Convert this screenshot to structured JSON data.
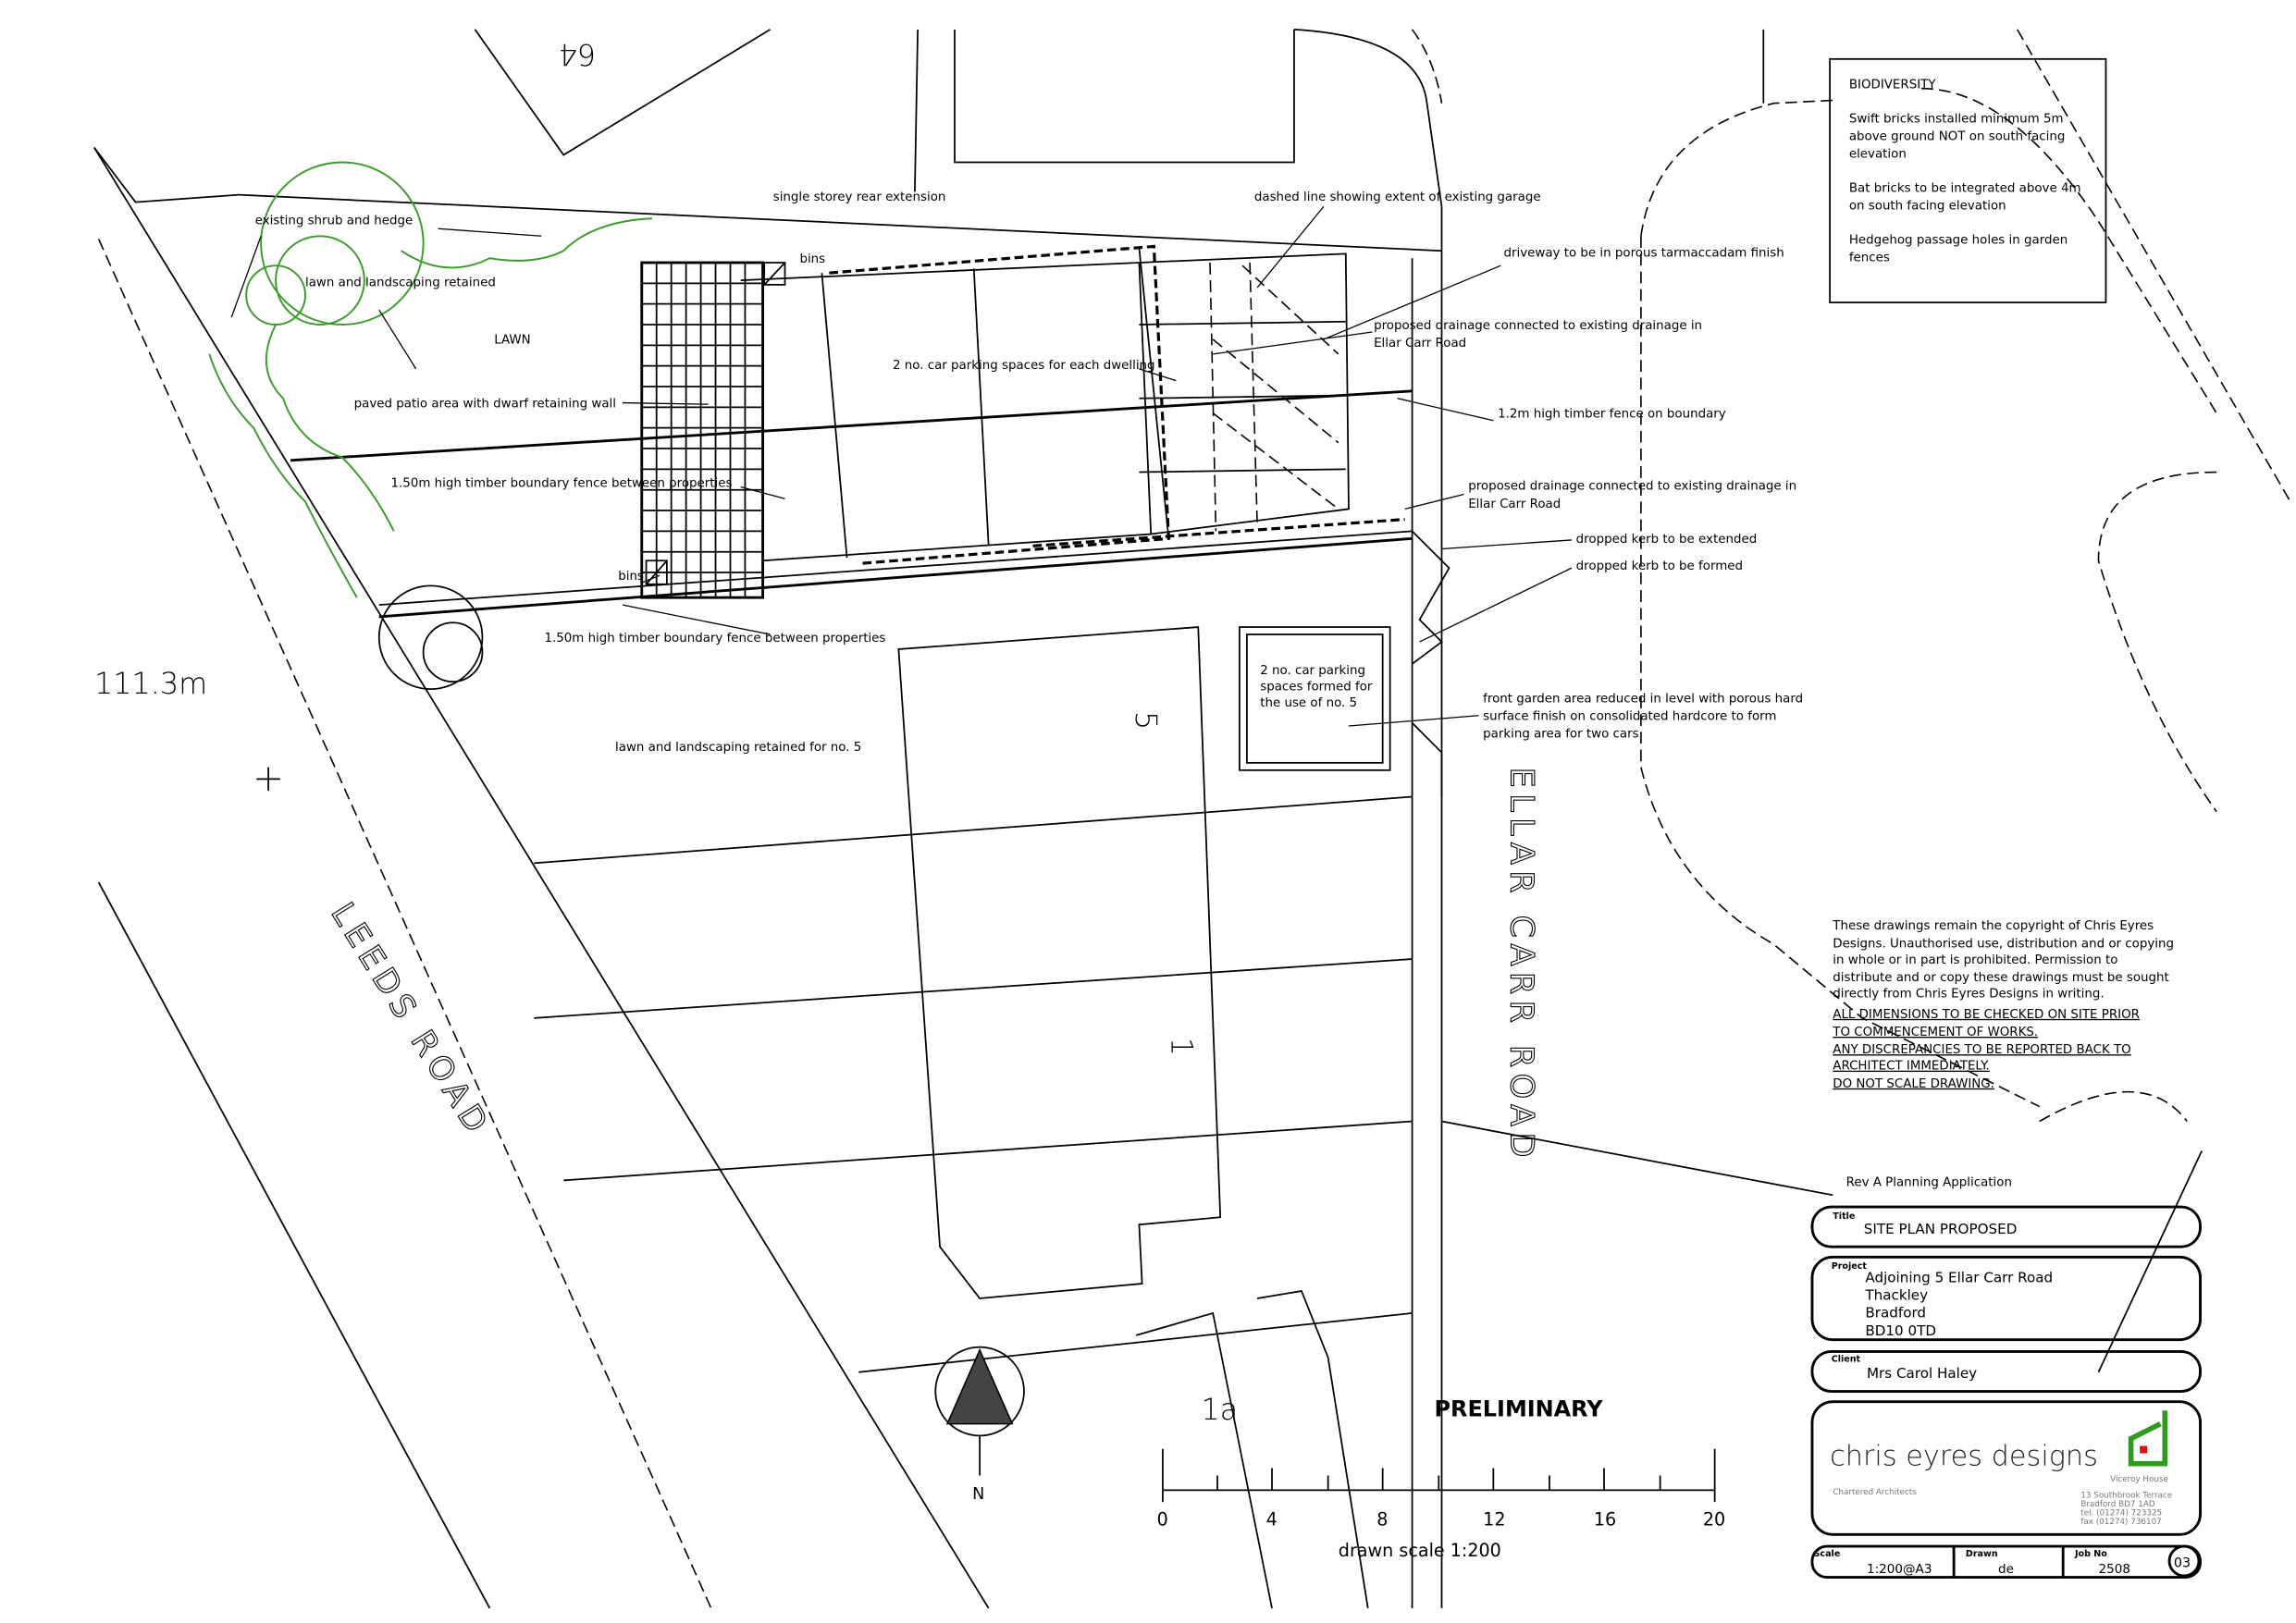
{
  "drawing": {
    "labels": {
      "rear_extension": "single storey rear extension",
      "shrub_hedge": "existing shrub and hedge",
      "lawn_retained": "lawn and landscaping retained",
      "lawn": "LAWN",
      "patio": "paved patio area with dwarf retaining wall",
      "fence_150_a": "1.50m high timber boundary fence between properties",
      "fence_150_b": "1.50m high timber boundary fence between properties",
      "bins_a": "bins",
      "bins_b": "bins",
      "garage_extent": "dashed line showing extent of existing garage",
      "driveway": "driveway to be in porous tarmaccadam finish",
      "drainage_a": [
        "proposed drainage connected to existing drainage in",
        "Ellar Carr Road"
      ],
      "drainage_b": [
        "proposed drainage connected to existing drainage in",
        "Ellar Carr Road"
      ],
      "parking_each": "2 no. car parking spaces for each dwelling",
      "fence_12": "1.2m high timber fence on boundary",
      "kerb_extended": "dropped kerb to be extended",
      "kerb_formed": "dropped kerb to be formed",
      "parking_no5": [
        "2 no. car parking",
        "spaces formed for",
        "the use of no. 5"
      ],
      "front_garden": [
        "front garden area reduced in level with porous hard",
        "surface finish on consolidated hardcore to form",
        "parking area for two cars"
      ],
      "lawn_no5": "lawn and landscaping retained for no. 5",
      "level": "111.3m",
      "leeds_road": "LEEDS ROAD",
      "ellar_carr_road": "ELLAR CARR ROAD",
      "house_64": "64",
      "house_5": "5",
      "house_1": "1",
      "house_1a": "1a",
      "preliminary": "PRELIMINARY",
      "north": "N"
    },
    "scale_bar": {
      "ticks": [
        "0",
        "4",
        "8",
        "12",
        "16",
        "20"
      ],
      "caption": "drawn scale 1:200"
    }
  },
  "biodiversity": {
    "heading": "BIODIVERSITY",
    "items": [
      [
        "Swift bricks installed minimum 5m",
        "above ground NOT on south facing",
        "elevation"
      ],
      [
        "Bat bricks to be integrated above 4m",
        "on south facing elevation"
      ],
      [
        "Hedgehog passage holes in garden",
        "fences"
      ]
    ]
  },
  "notes": {
    "copyright": [
      "These drawings remain the copyright of Chris Eyres",
      "Designs. Unauthorised use, distribution and or copying",
      "in whole or in part is prohibited. Permission to",
      "distribute and or copy these drawings must be sought",
      "directly from Chris Eyres Designs in writing."
    ],
    "warnings": [
      "ALL DIMENSIONS TO BE CHECKED ON SITE PRIOR",
      "TO COMMENCEMENT OF WORKS.",
      "ANY DISCREPANCIES TO BE REPORTED BACK TO",
      "ARCHITECT IMMEDIATELY.",
      "DO NOT SCALE DRAWING."
    ]
  },
  "title_block": {
    "revision": "Rev A Planning Application",
    "title_label": "Title",
    "title": "SITE PLAN PROPOSED",
    "project_label": "Project",
    "project": [
      "Adjoining 5 Ellar Carr Road",
      "Thackley",
      "Bradford",
      "BD10 0TD"
    ],
    "client_label": "Client",
    "client": "Mrs Carol Haley",
    "company": "chris eyres designs",
    "company_tagline": "Chartered Architects",
    "address": [
      "Viceroy House",
      "13 Southbrook Terrace",
      "Bradford        BD7 1AD",
      "tel.      (01274) 723325",
      "fax      (01274) 736107"
    ],
    "scale_label": "Scale",
    "scale": "1:200@A3",
    "drawn_label": "Drawn",
    "drawn": "de",
    "job_label": "Job No",
    "job": "2508",
    "sheet": "03",
    "logo_colors": {
      "green": "#2e9a1e",
      "red": "#e01010"
    }
  }
}
